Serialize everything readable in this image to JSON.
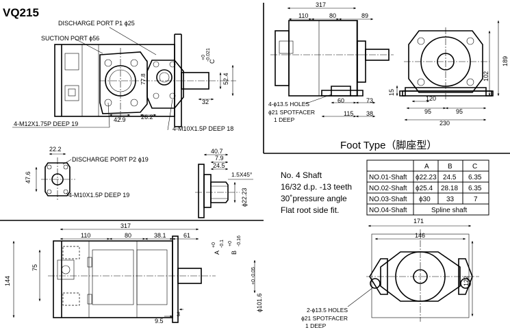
{
  "model": "VQ215",
  "main_view": {
    "discharge_p1": "DISCHARGE PORT P1 ϕ25",
    "suction": "SUCTION PORT ϕ56",
    "d_77_8": "77.8",
    "d_42_9": "42.9",
    "d_26_2": "26.2",
    "d_52_4": "52.4",
    "d_32": "32",
    "c_tol": "C +0 -0.021",
    "c_tol_top": "+0",
    "c_tol_bot": "-0.021",
    "c_letter": "C",
    "m12": "4-M12X1.75P DEEP 19",
    "m10_a": "4-M10X1.5P DEEP 18"
  },
  "p2_view": {
    "d_22_2": "22.2",
    "d_47_6": "47.6",
    "discharge_p2": "DISCHARGE PORT P2 ϕ19",
    "m10_b": "4-M10X1.5P DEEP 19"
  },
  "shaft_view": {
    "d_40_7": "40.7",
    "d_7_9": "7.9",
    "d_24_5": "24.5",
    "chamfer": "1.5X45°",
    "d_22_23": "ϕ22.23"
  },
  "foot_type": {
    "d_317": "317",
    "d_110": "110",
    "d_80": "80",
    "d_89": "89",
    "holes": "4-ϕ13.5 HOLES",
    "spotfacer": "ϕ21 SPOTFACER",
    "deep": "1 DEEP",
    "d_60": "60",
    "d_73": "73",
    "d_115": "115",
    "d_38": "38",
    "d_15": "15",
    "d_102": "102",
    "d_189": "189",
    "d_120": "120",
    "d_95a": "95",
    "d_95b": "95",
    "d_230": "230",
    "title": "Foot Type（脚座型）"
  },
  "shaft_spec": {
    "line1": "No. 4  Shaft",
    "line2": "16/32 d.p. -13 teeth",
    "line3": "30˚pressure angle",
    "line4": "Flat root side fit."
  },
  "shaft_table": {
    "headers": [
      "",
      "A",
      "B",
      "C"
    ],
    "rows": [
      [
        "NO.01-Shaft",
        "ϕ22.23",
        "24.5",
        "6.35"
      ],
      [
        "NO.02-Shaft",
        "ϕ25.4",
        "28.18",
        "6.35"
      ],
      [
        "NO.03-Shaft",
        "ϕ30",
        "33",
        "7"
      ],
      [
        "NO.04-Shaft",
        "Spline shaft"
      ]
    ]
  },
  "side_view": {
    "d_317": "317",
    "d_110": "110",
    "d_80": "80",
    "d_38_1": "38.1",
    "d_61": "61",
    "a_letter": "A",
    "b_letter": "B",
    "a_tol_top": "+0",
    "a_tol_bot": "-0.1",
    "b_tol_top": "+0",
    "b_tol_bot": "-0.16",
    "d_75": "75",
    "d_144": "144",
    "d_101_6": "ϕ101.6",
    "d_101_6_tol": "+0 -0.05",
    "d_9_5": "9.5",
    "d_3": "3"
  },
  "flange_view": {
    "d_171": "171",
    "d_146": "146",
    "d_122": "122",
    "holes": "2-ϕ13.5 HOLES",
    "spotfacer": "ϕ21 SPOTFACER",
    "deep": "1 DEEP"
  }
}
